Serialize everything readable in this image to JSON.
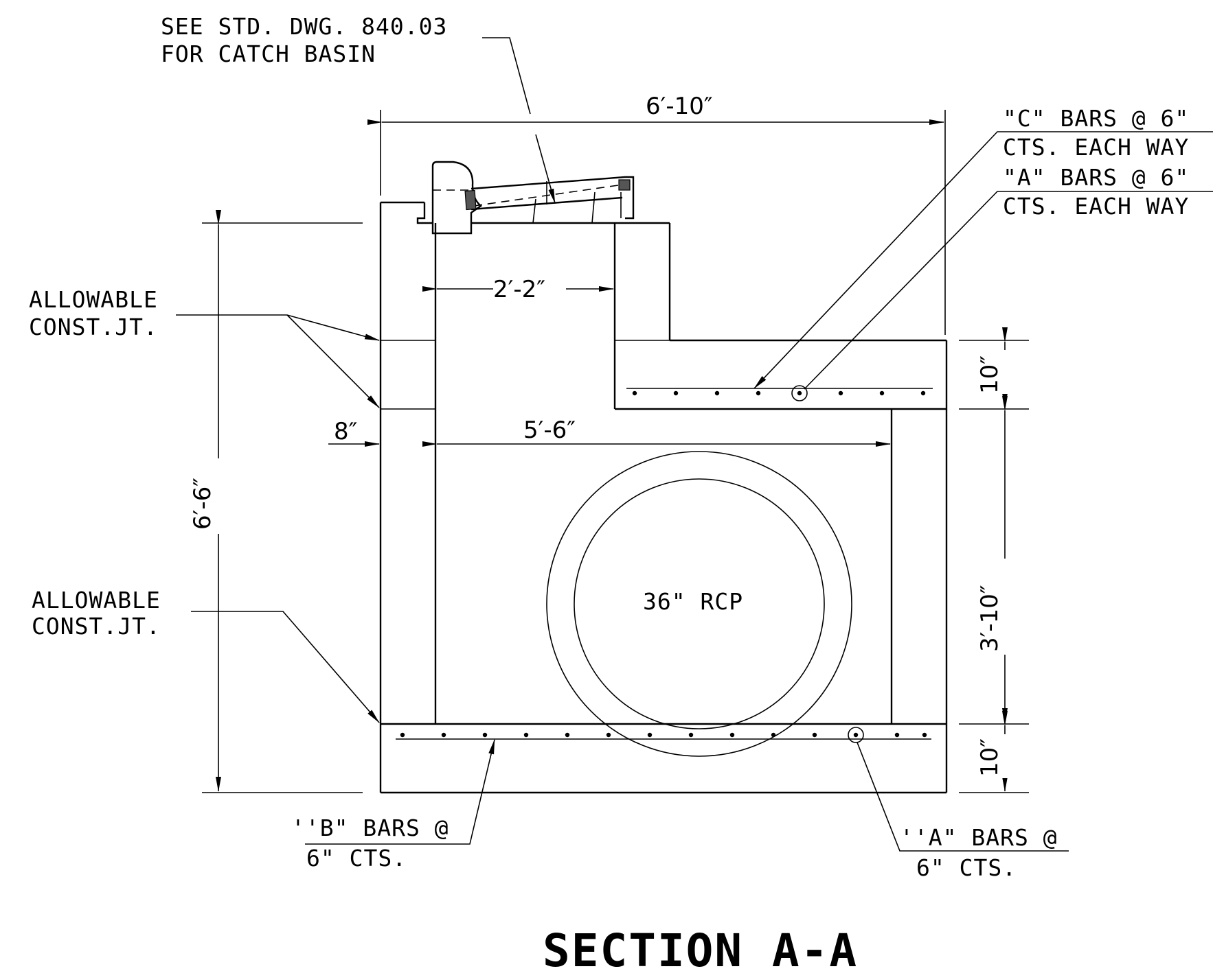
{
  "title": "SECTION A-A",
  "notes": {
    "catch_basin_line1": "SEE STD. DWG. 840.03",
    "catch_basin_line2": "FOR CATCH BASIN",
    "c_bars_line1": "\"C\" BARS @ 6\"",
    "c_bars_line2": "CTS. EACH WAY",
    "a_bars_top_line1": "\"A\" BARS @ 6\"",
    "a_bars_top_line2": "CTS. EACH WAY",
    "const_jt_top_line1": "ALLOWABLE",
    "const_jt_top_line2": "CONST.JT.",
    "const_jt_bottom_line1": "ALLOWABLE",
    "const_jt_bottom_line2": "CONST.JT.",
    "b_bars_line1": "''B\" BARS @",
    "b_bars_line2": "6\" CTS.",
    "a_bars_bottom_line1": "''A\" BARS @",
    "a_bars_bottom_line2": "6\" CTS.",
    "pipe": "36\" RCP"
  },
  "dimensions": {
    "overall_width": "6′-10″",
    "opening_width": "2′-2″",
    "wall": "8″",
    "interior_width": "5′-6″",
    "overall_height": "6′-6″",
    "top_slab": "10″",
    "interior_height": "3′-10″",
    "bottom_slab": "10″"
  }
}
